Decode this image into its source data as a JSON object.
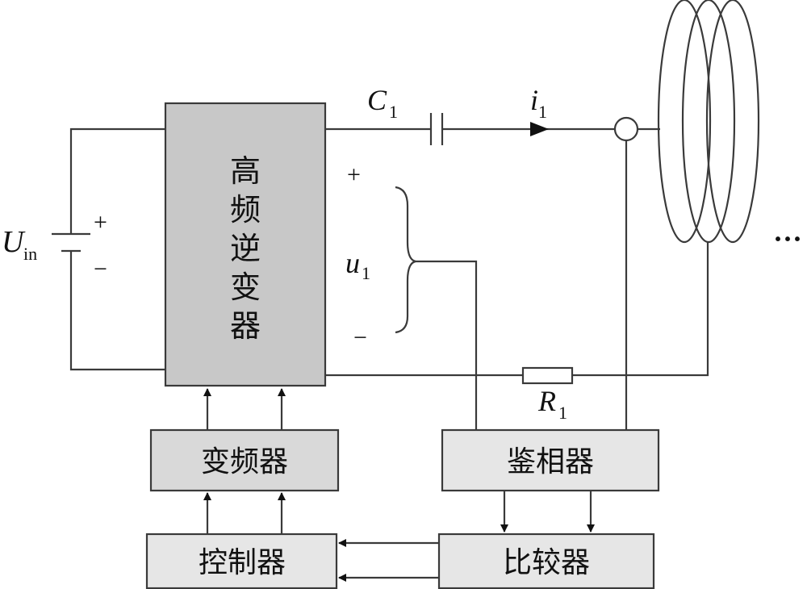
{
  "blocks": {
    "inverter": "高频逆变器",
    "frequency_converter": "变频器",
    "phase_detector": "鉴相器",
    "controller": "控制器",
    "comparator": "比较器"
  },
  "labels": {
    "source_main": "U",
    "source_sub": "in",
    "source_plus": "+",
    "source_minus": "−",
    "capacitor_main": "C",
    "capacitor_sub": "1",
    "current_main": "i",
    "current_sub": "1",
    "voltage_main": "u",
    "voltage_sub": "1",
    "voltage_plus": "+",
    "voltage_minus": "−",
    "resistor_main": "R",
    "resistor_sub": "1",
    "ellipsis": "···"
  }
}
